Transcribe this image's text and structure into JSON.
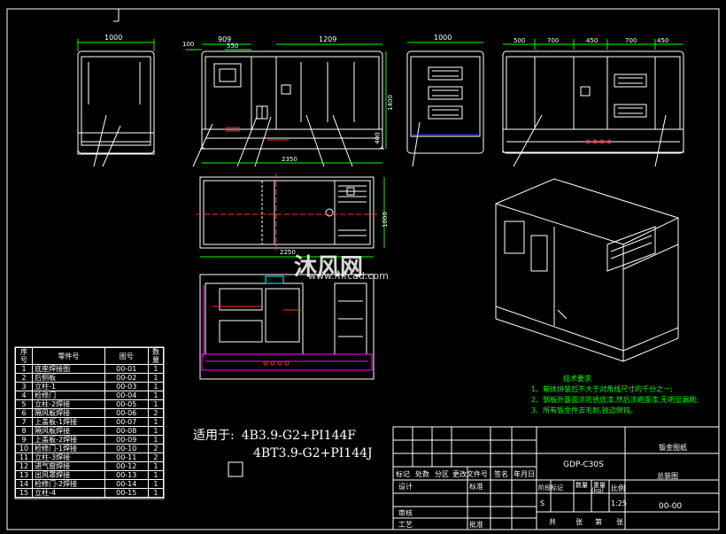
{
  "colors": {
    "background": "#000000",
    "line": "#ffffff",
    "dimension": "#00ff00",
    "accent": "#ff00ff",
    "title_accent": "#ff3030",
    "cyan": "#00ffff"
  },
  "dimensions": {
    "front_width": "1000",
    "side_total": "1209",
    "side_a": "909",
    "side_b": "550",
    "side_c": "100",
    "side_height": "1400",
    "side_lower": "400",
    "side_length": "2350",
    "plan_length": "2250",
    "plan_width": "1000",
    "rear_width": "1000",
    "right_a": "500",
    "right_b": "700",
    "right_c": "450",
    "right_d": "700",
    "right_e": "450"
  },
  "bom": {
    "headers": [
      "序号",
      "零件号",
      "图号",
      "数量"
    ],
    "rows": [
      [
        "1",
        "底座焊接图",
        "00-01",
        "1"
      ],
      [
        "2",
        "后侧板",
        "00-02",
        "1"
      ],
      [
        "3",
        "立柱-1",
        "00-03",
        "1"
      ],
      [
        "4",
        "检修门",
        "00-04",
        "1"
      ],
      [
        "5",
        "立柱-2焊接",
        "00-05",
        "1"
      ],
      [
        "6",
        "隔风板焊接",
        "00-06",
        "2"
      ],
      [
        "7",
        "上盖板-1焊接",
        "00-07",
        "1"
      ],
      [
        "8",
        "隔风板焊接",
        "00-08",
        "1"
      ],
      [
        "9",
        "上盖板-2焊接",
        "00-09",
        "1"
      ],
      [
        "10",
        "检修门-1焊接",
        "00-10",
        "2"
      ],
      [
        "11",
        "立柱-3焊接",
        "00-11",
        "2"
      ],
      [
        "12",
        "进气窗焊接",
        "00-12",
        "1"
      ],
      [
        "13",
        "出风罩焊接",
        "00-13",
        "1"
      ],
      [
        "14",
        "检修门-2焊接",
        "00-14",
        "1"
      ],
      [
        "15",
        "立柱-4",
        "00-15",
        "1"
      ]
    ]
  },
  "applies_to": {
    "label": "适用于:",
    "line1": "4B3.9-G2+PI144F",
    "line2": "4BT3.9-G2+PI144J"
  },
  "notes": {
    "title": "技术要求",
    "items": [
      "1、箱体拼装后不大于对角线尺寸的千分之一;",
      "2、钢板外露面涂防锈底漆,然后涂刷面漆,无明显漏刷;",
      "3、所有钣金件去毛刺,锐边倒钝。"
    ]
  },
  "watermark": {
    "text": "沐风网",
    "url": "www.mfcad.com"
  },
  "title_block": {
    "company": "钣金图纸",
    "drawing_no": "GDP-C30S",
    "drawing_name": "总装图",
    "code": "00-00",
    "scale_label": "比例",
    "scale": "1:25",
    "mark": "标记",
    "count": "处数",
    "zone": "分区",
    "change_doc": "更改文件号",
    "sign": "签名",
    "date": "年月日",
    "design": "设计",
    "standard": "标准",
    "stage_mark": "阶段标记",
    "weight": "重量",
    "weight_unit": "(kg)",
    "qty": "数量",
    "stage_s": "S",
    "review": "审核",
    "process": "工艺",
    "approve": "批准",
    "total_sheets": "共",
    "sheets": "张",
    "sheet_no": "第",
    "sheet": "张"
  }
}
